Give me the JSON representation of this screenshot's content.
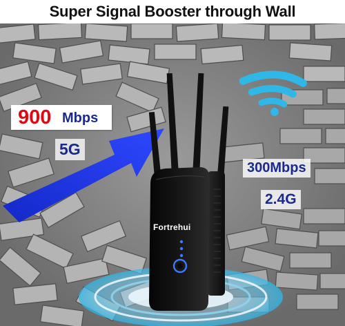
{
  "headline": "Super Signal Booster through Wall",
  "specs": {
    "speed_5g_number": "900",
    "speed_5g_unit": "Mbps",
    "band_5g": "5G",
    "speed_24g": "300Mbps",
    "band_24g": "2.4G"
  },
  "device": {
    "brand": "Fortrehui"
  },
  "colors": {
    "accent_red": "#e30613",
    "text_blue": "#1a2a8c",
    "arrow_blue": "#1f35e0",
    "wifi_cyan": "#2fb7e8",
    "device_black": "#111111",
    "led_blue": "#3a7bff"
  }
}
